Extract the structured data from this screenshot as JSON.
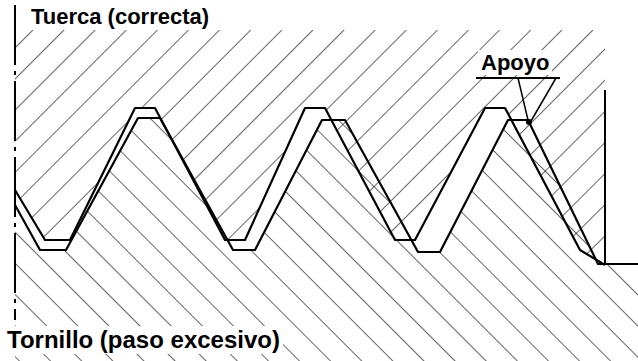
{
  "diagram": {
    "labels": [
      "Tuerca (correcta)",
      "Apoyo",
      "Tornillo (paso excesivo)"
    ]
  }
}
